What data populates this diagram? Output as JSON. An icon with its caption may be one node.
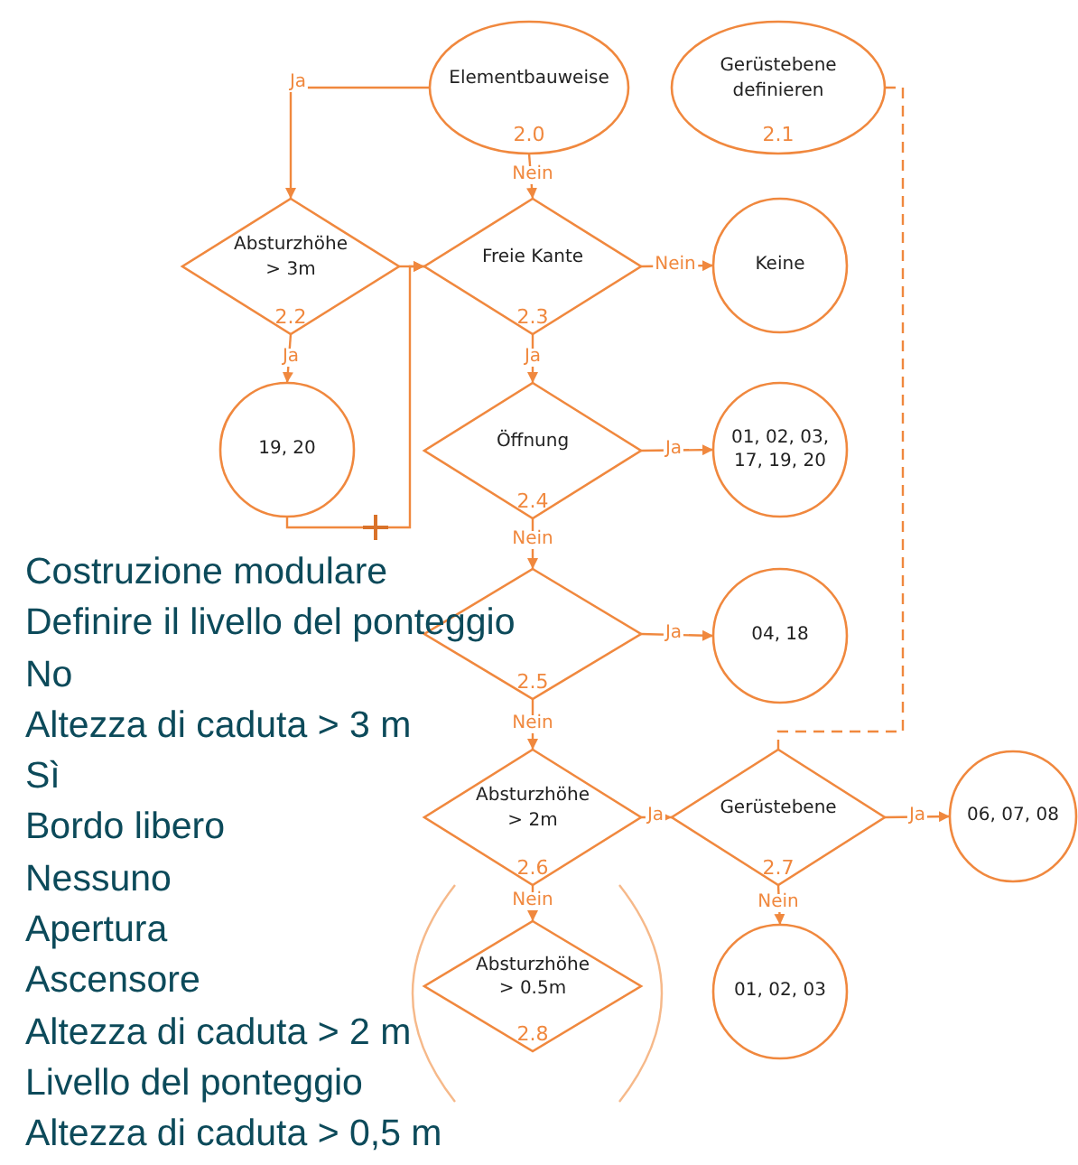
{
  "diagram": {
    "nodes": [
      {
        "text": [
          "Elementbauweise",
          "2.0"
        ]
      },
      {
        "text": [
          "Gerüstebene definieren",
          "2.1"
        ]
      },
      {
        "text": [
          "Absturzhöhe > 3m",
          "2.2"
        ]
      },
      {
        "text": [
          "Freie Kante",
          "2.3"
        ]
      },
      {
        "text": [
          "Keine"
        ]
      },
      {
        "text": [
          "19, 20"
        ]
      },
      {
        "text": [
          "Öffnung",
          "2.4"
        ]
      },
      {
        "text": [
          "01, 02, 03, 17, 19, 20"
        ]
      },
      {
        "text": [
          "2.5"
        ]
      },
      {
        "text": [
          "04, 18"
        ]
      },
      {
        "text": [
          "Absturzhöhe > 2m",
          "2.6"
        ]
      },
      {
        "text": [
          "Gerüstebene",
          "2.7"
        ]
      },
      {
        "text": [
          "06, 07, 08"
        ]
      },
      {
        "text": [
          "01, 02, 03"
        ]
      },
      {
        "text": [
          "Absturzhöhe > 0.5m",
          "2.8"
        ]
      }
    ],
    "edges": [
      {
        "from": 0,
        "to": 2,
        "arrow": "to",
        "label": "Ja"
      },
      {
        "from": 0,
        "to": 3,
        "arrow": "to",
        "label": "Nein"
      },
      {
        "from": 3,
        "to": 4,
        "arrow": "to",
        "label": "Nein"
      },
      {
        "from": 2,
        "to": 5,
        "arrow": "to",
        "label": "Ja"
      },
      {
        "from": 3,
        "to": 6,
        "arrow": "to",
        "label": "Ja"
      },
      {
        "from": 2,
        "to": 3,
        "arrow": "to"
      },
      {
        "from": 5,
        "to": 3,
        "arrow": "to"
      },
      {
        "from": 6,
        "to": 7,
        "arrow": "to",
        "label": "Ja"
      },
      {
        "from": 6,
        "to": 8,
        "arrow": "to",
        "label": "Nein"
      },
      {
        "from": 8,
        "to": 9,
        "arrow": "to",
        "label": "Ja"
      },
      {
        "from": 8,
        "to": 10,
        "arrow": "to",
        "label": "Nein"
      },
      {
        "from": 10,
        "to": 11,
        "arrow": "to",
        "label": "Ja"
      },
      {
        "from": 11,
        "to": 12,
        "arrow": "to",
        "label": "Ja"
      },
      {
        "from": 11,
        "to": 13,
        "arrow": "to",
        "label": "Nein"
      },
      {
        "from": 10,
        "to": 14,
        "arrow": "to",
        "label": "Nein"
      },
      {
        "from": 1,
        "to": 11,
        "arrow": "none",
        "style": "dashed"
      }
    ],
    "labels": [
      "Costruzione modulare",
      "Definire il livello del ponteggio",
      "No",
      "Altezza di caduta > 3 m",
      "Sì",
      "Bordo libero",
      "Nessuno",
      "Apertura",
      "Ascensore",
      "Altezza di caduta > 2 m",
      "Livello del ponteggio",
      "Altezza di caduta > 0,5 m"
    ]
  }
}
